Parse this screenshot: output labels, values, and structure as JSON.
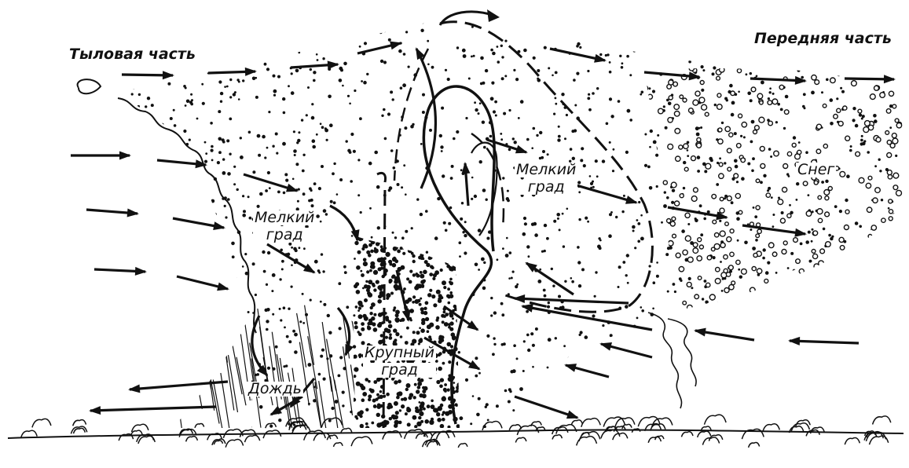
{
  "labels": {
    "rear": "Тыловая часть",
    "front": "Передняя часть",
    "small_hail_left_1": "Мелкий",
    "small_hail_left_2": "град",
    "small_hail_center_1": "Мелкий",
    "small_hail_center_2": "град",
    "snow": "Снег",
    "large_hail_1": "Крупный",
    "large_hail_2": "град",
    "rain": "Дождь"
  },
  "colors": {
    "ink": "#111111",
    "paper": "#ffffff"
  },
  "icons": {
    "inflow_arrow": "arrow-right",
    "outflow_arrow": "arrow-left",
    "snow_flake": "open-circle"
  }
}
